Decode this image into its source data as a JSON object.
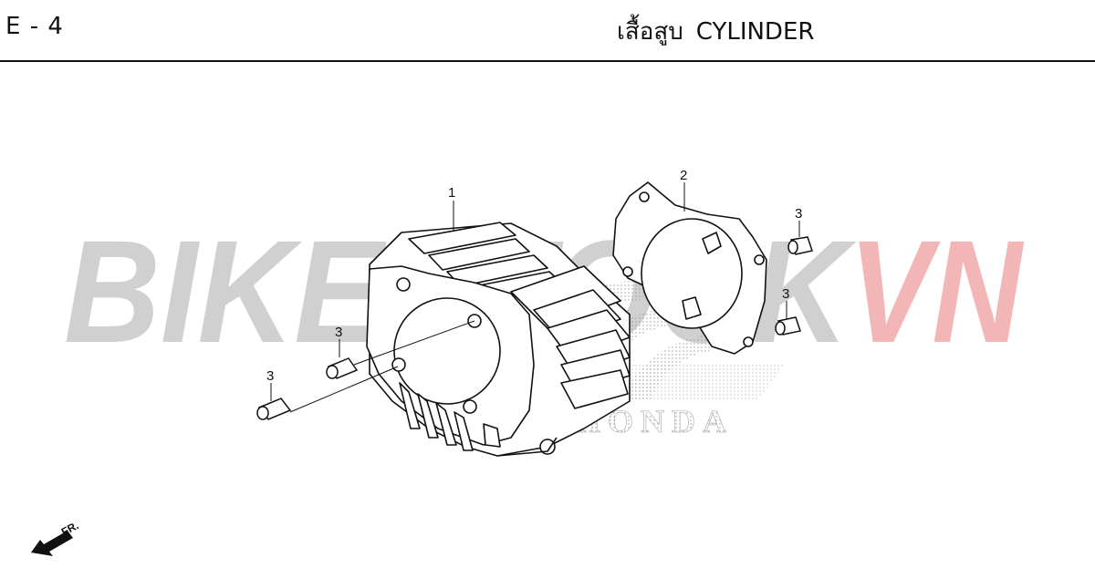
{
  "header": {
    "section_code": "E - 4",
    "title_thai": "เสื้อสูบ",
    "title_en": "CYLINDER"
  },
  "watermark": {
    "text_main": "BIKESTOCK",
    "text_accent": "VN",
    "main_color": "#cfcfcf",
    "accent_color": "#f4b8b8"
  },
  "logo_text": "HONDA",
  "callouts": {
    "c1": "1",
    "c2": "2",
    "c3a": "3",
    "c3b": "3",
    "c3c": "3",
    "c3d": "3"
  },
  "direction": {
    "label": "FR.",
    "icon": "arrow-left-down-icon"
  },
  "parts": [
    {
      "ref": "1",
      "description": "cylinder"
    },
    {
      "ref": "2",
      "description": "gasket"
    },
    {
      "ref": "3",
      "description": "dowel pin"
    }
  ]
}
